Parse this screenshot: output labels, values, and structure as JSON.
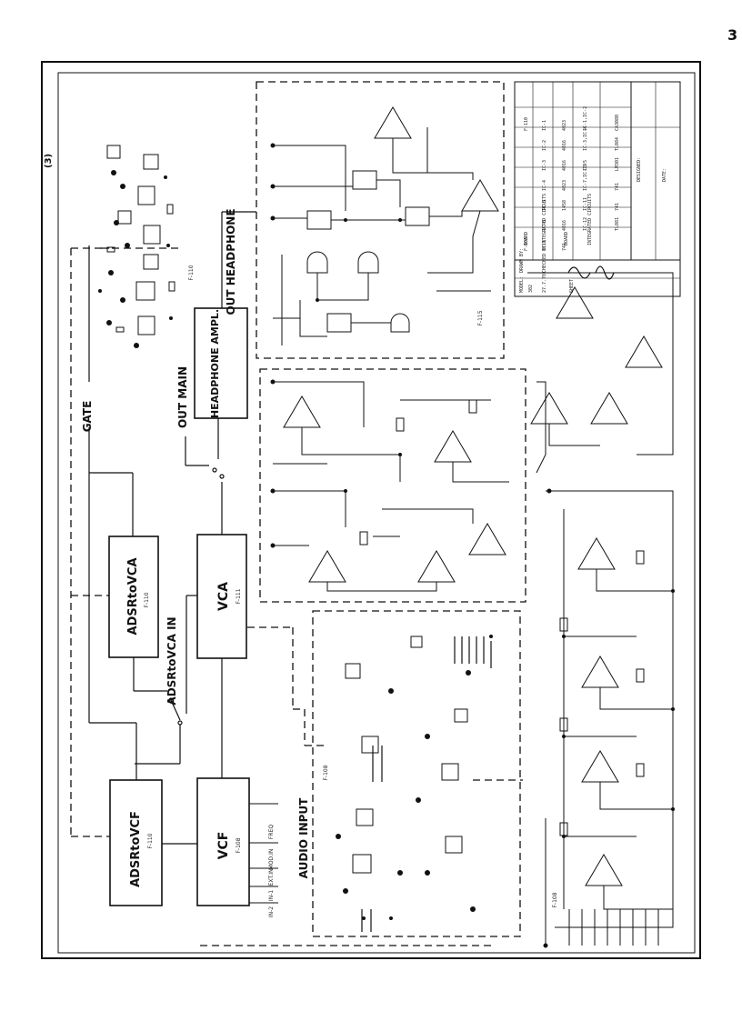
{
  "page_number": "3",
  "sheet_mark": "(3)",
  "blocks": {
    "adsr_vcf": {
      "label": "ADSRtoVCF",
      "sub": "F-110"
    },
    "adsr_vca": {
      "label": "ADSRtoVCA",
      "sub": "F-110"
    },
    "vcf": {
      "label": "VCF",
      "sub": "F-108"
    },
    "vca": {
      "label": "VCA",
      "sub": "F-111"
    },
    "headphone_amp": {
      "label": "HEADPHONE AMPL."
    }
  },
  "signals": {
    "gate": "GATE",
    "out_main": "OUT MAIN",
    "out_headphone": "OUT HEADPHONE",
    "adsr_vca_in": "ADSRtoVCA IN",
    "audio_input": "AUDIO INPUT"
  },
  "vcf_inputs": [
    "FREQ",
    "MOD.IN",
    "EXT.IN",
    "IN-1",
    "IN-2"
  ],
  "board_labels": {
    "top_pcb": "F-110",
    "bottom_pcb": "F-108",
    "headphone_schematic": "F-115",
    "vcf_section": "F-108"
  },
  "title_block": {
    "drawn_by_label": "DRAWN BY:",
    "checked_by_label": "CHECKED BY:",
    "designed_label": "DESIGNED:",
    "date_label": "DATE:",
    "model_label": "MODEL:",
    "model_value": "302",
    "date_value": "27.7.78",
    "sheet_label": "SHEET"
  },
  "ic_table": {
    "headers": [
      "BOARD",
      "INTEGRATED CIRCUITS",
      "BOARD",
      "INTEGRATED CIRCUITS"
    ],
    "rows": [
      [
        "F-110",
        "IC-1",
        "4023",
        "IC-1,IC-2",
        "CA3080"
      ],
      [
        "",
        "IC-2",
        "4016",
        "IC-3,IC-4",
        "TL084"
      ],
      [
        "",
        "IC-3",
        "4016",
        "IC-5",
        "LM301"
      ],
      [
        "",
        "IC-4",
        "4023",
        "IC-7,IC-10",
        "741"
      ],
      [
        "",
        "IC-5",
        "1458",
        "IC-11",
        "741"
      ],
      [
        "",
        "IC-6",
        "4016",
        "IC-12",
        "TL081"
      ],
      [
        "F-108",
        "IC-1",
        "741",
        "",
        ""
      ]
    ]
  },
  "colors": {
    "ink": "#111111",
    "paper": "#ffffff"
  }
}
